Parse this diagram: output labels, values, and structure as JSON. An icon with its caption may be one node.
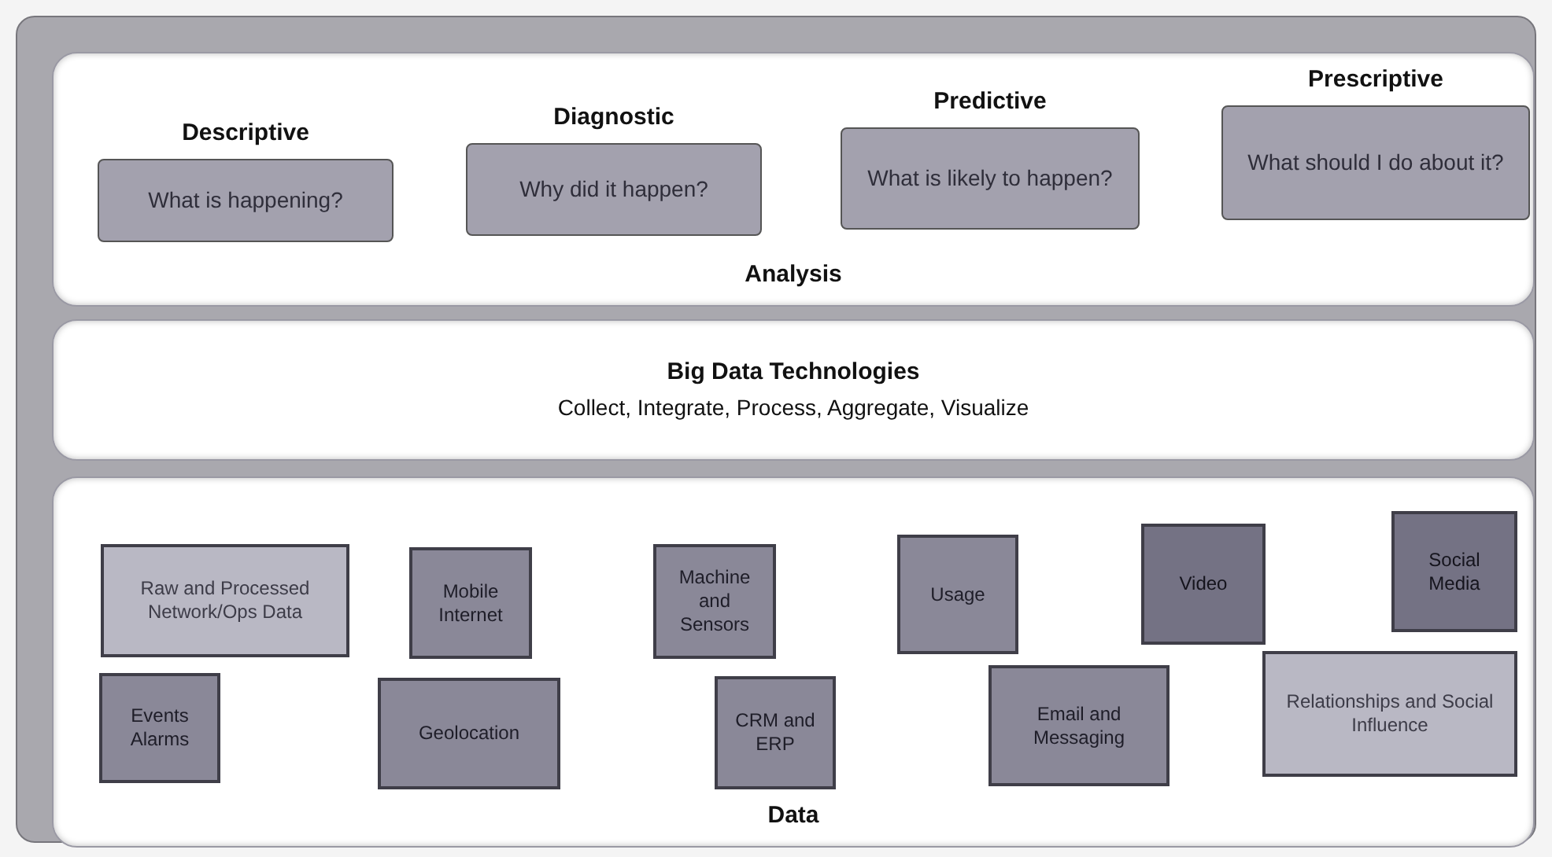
{
  "diagram": {
    "nodes": [
      {
        "text": [
          "Analysis"
        ]
      },
      {
        "text": [
          "Descriptive",
          "What is happening?"
        ],
        "in": 0
      },
      {
        "text": [
          "Diagnostic",
          "Why did it happen?"
        ],
        "in": 0
      },
      {
        "text": [
          "Predictive",
          "What is likely to happen?"
        ],
        "in": 0
      },
      {
        "text": [
          "Prescriptive",
          "What should I do about it?"
        ],
        "in": 0
      },
      {
        "text": [
          "Big Data Technologies",
          "Collect, Integrate, Process, Aggregate, Visualize"
        ]
      },
      {
        "text": [
          "Data"
        ]
      },
      {
        "text": [
          "Raw and Processed Network/Ops Data"
        ],
        "in": 6
      },
      {
        "text": [
          "Mobile Internet"
        ],
        "in": 6
      },
      {
        "text": [
          "Machine and Sensors"
        ],
        "in": 6
      },
      {
        "text": [
          "Usage"
        ],
        "in": 6
      },
      {
        "text": [
          "Video"
        ],
        "in": 6
      },
      {
        "text": [
          "Social Media"
        ],
        "in": 6
      },
      {
        "text": [
          "Events Alarms"
        ],
        "in": 6
      },
      {
        "text": [
          "Geolocation"
        ],
        "in": 6
      },
      {
        "text": [
          "CRM and ERP"
        ],
        "in": 6
      },
      {
        "text": [
          "Email and Messaging"
        ],
        "in": 6
      },
      {
        "text": [
          "Relationships and Social Influence"
        ],
        "in": 6
      }
    ]
  }
}
